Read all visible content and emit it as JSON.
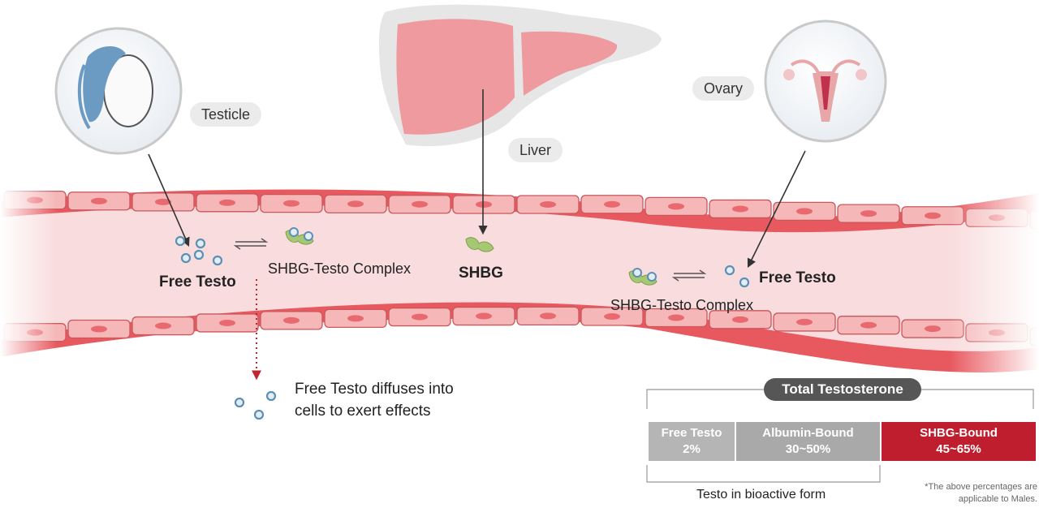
{
  "labels": {
    "testicle": "Testicle",
    "liver": "Liver",
    "ovary": "Ovary",
    "free_testo_left": "Free Testo",
    "complex_left": "SHBG-Testo Complex",
    "shbg": "SHBG",
    "complex_right": "SHBG-Testo Complex",
    "free_testo_right": "Free Testo",
    "diffuse_line1": "Free Testo diffuses into",
    "diffuse_line2": "cells to exert effects"
  },
  "total_chart": {
    "title": "Total Testosterone",
    "segments": [
      {
        "name": "Free Testo",
        "value": "2%",
        "color": "#b5b5b5"
      },
      {
        "name": "Albumin-Bound",
        "value": "30~50%",
        "color": "#a9a9a9"
      },
      {
        "name": "SHBG-Bound",
        "value": "45~65%",
        "color": "#be1e2d"
      }
    ],
    "bioactive_label": "Testo in bioactive form",
    "footnote_line1": "*The above percentages are",
    "footnote_line2": "applicable to Males."
  },
  "colors": {
    "vessel_wall": "#e8585f",
    "vessel_lumen": "#f9dcdd",
    "cell": "#f5b7b8",
    "liver": "#ef9a9e",
    "shbg": "#a6c872",
    "testo": "#5d8fb5",
    "testicle": "#6b9bc3"
  }
}
